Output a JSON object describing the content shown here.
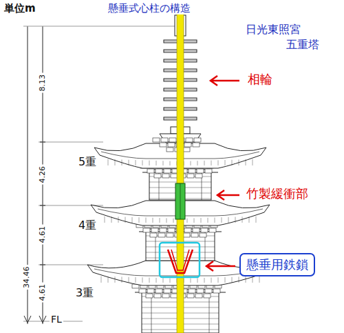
{
  "diagram": {
    "title": "懸垂式心柱の構造",
    "nodes": [
      {
        "text": [
          "懸垂用鉄鎖"
        ]
      }
    ],
    "labels": [
      "単位m",
      "日光東照宮",
      "五重塔",
      "8.13",
      "4.26",
      "4.61",
      "34.46",
      "4.61",
      "FL",
      "5重",
      "4重",
      "3重",
      "相輪",
      "竹製緩衝部"
    ]
  }
}
